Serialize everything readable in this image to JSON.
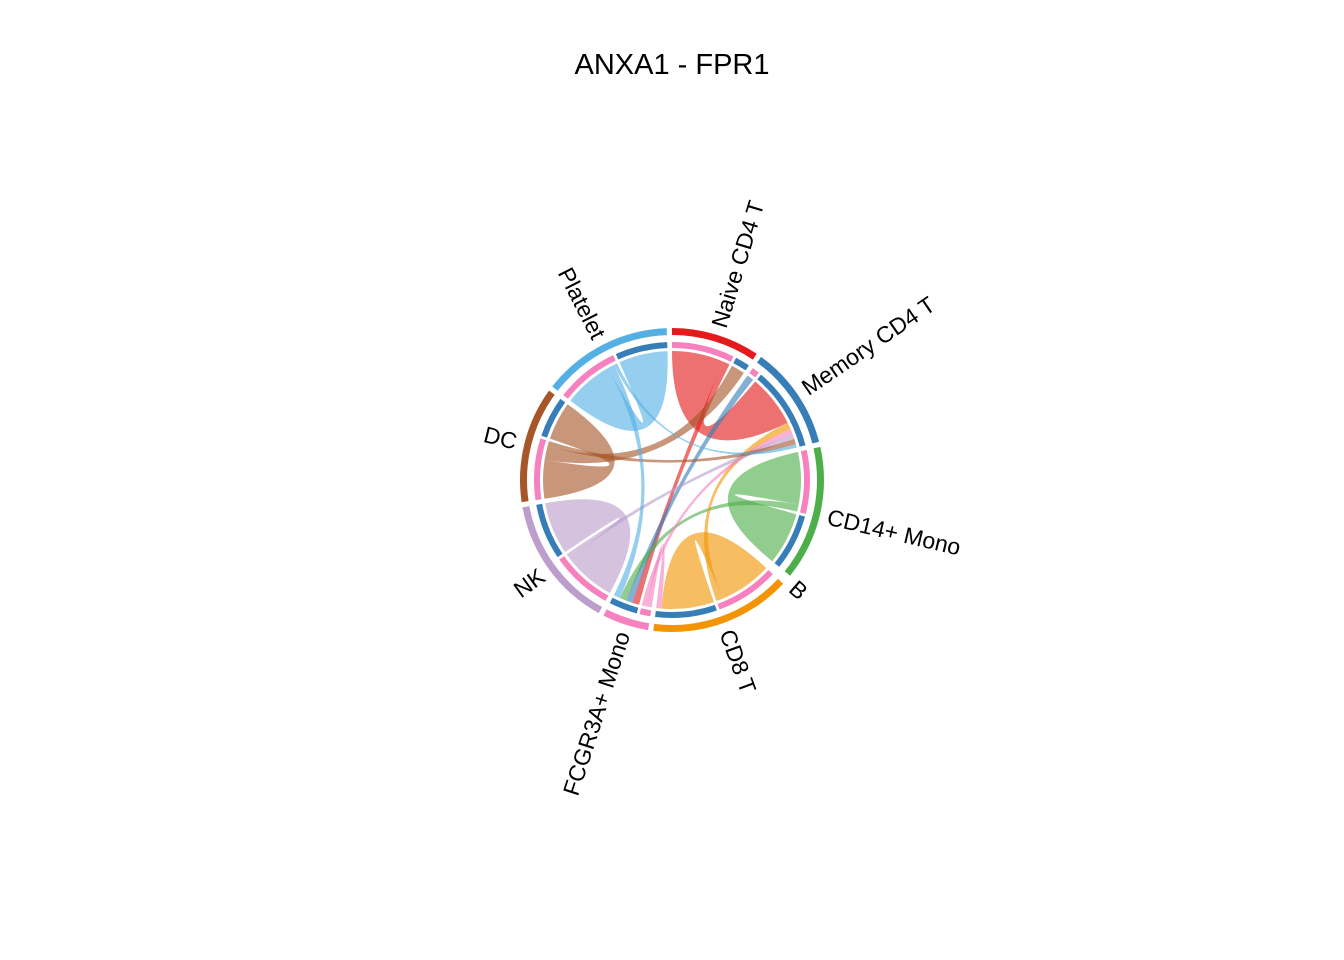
{
  "title": "ANXA1 - FPR1",
  "chart_data": {
    "type": "chord",
    "title": "ANXA1 - FPR1",
    "sectors": [
      {
        "name": "Naive CD4 T",
        "color": "#E41A1C"
      },
      {
        "name": "Memory CD4 T",
        "color": "#377EB8"
      },
      {
        "name": "CD14+ Mono",
        "color": "#4DAF4A"
      },
      {
        "name": "B",
        "color": "#984EA3"
      },
      {
        "name": "CD8 T",
        "color": "#F29403"
      },
      {
        "name": "FCGR3A+ Mono",
        "color": "#F781BF"
      },
      {
        "name": "NK",
        "color": "#BC9DCC"
      },
      {
        "name": "DC",
        "color": "#A65628"
      },
      {
        "name": "Platelet",
        "color": "#54B0E4"
      }
    ],
    "track_colors": {
      "ligand": "#F781BF",
      "receptor": "#377EB8"
    },
    "links": [
      {
        "source": "Naive CD4 T",
        "target": "Memory CD4 T",
        "value": 3.0
      },
      {
        "source": "Naive CD4 T",
        "target": "FCGR3A+ Mono",
        "value": 0.4
      },
      {
        "source": "Memory CD4 T",
        "target": "FCGR3A+ Mono",
        "value": 0.4
      },
      {
        "source": "CD14+ Mono",
        "target": "CD14+ Mono",
        "value": 3.0
      },
      {
        "source": "CD14+ Mono",
        "target": "FCGR3A+ Mono",
        "value": 0.4
      },
      {
        "source": "CD8 T",
        "target": "CD8 T",
        "value": 3.0
      },
      {
        "source": "CD8 T",
        "target": "Memory CD4 T",
        "value": 0.4
      },
      {
        "source": "FCGR3A+ Mono",
        "target": "CD8 T",
        "value": 0.3
      },
      {
        "source": "FCGR3A+ Mono",
        "target": "Memory CD4 T",
        "value": 0.3
      },
      {
        "source": "NK",
        "target": "NK",
        "value": 3.0
      },
      {
        "source": "NK",
        "target": "Memory CD4 T",
        "value": 0.3
      },
      {
        "source": "DC",
        "target": "DC",
        "value": 2.2
      },
      {
        "source": "DC",
        "target": "Naive CD4 T",
        "value": 0.8
      },
      {
        "source": "DC",
        "target": "Memory CD4 T",
        "value": 0.3
      },
      {
        "source": "Platelet",
        "target": "Platelet",
        "value": 2.8
      },
      {
        "source": "Platelet",
        "target": "FCGR3A+ Mono",
        "value": 0.4
      },
      {
        "source": "Platelet",
        "target": "Memory CD4 T",
        "value": 0.2
      }
    ]
  }
}
